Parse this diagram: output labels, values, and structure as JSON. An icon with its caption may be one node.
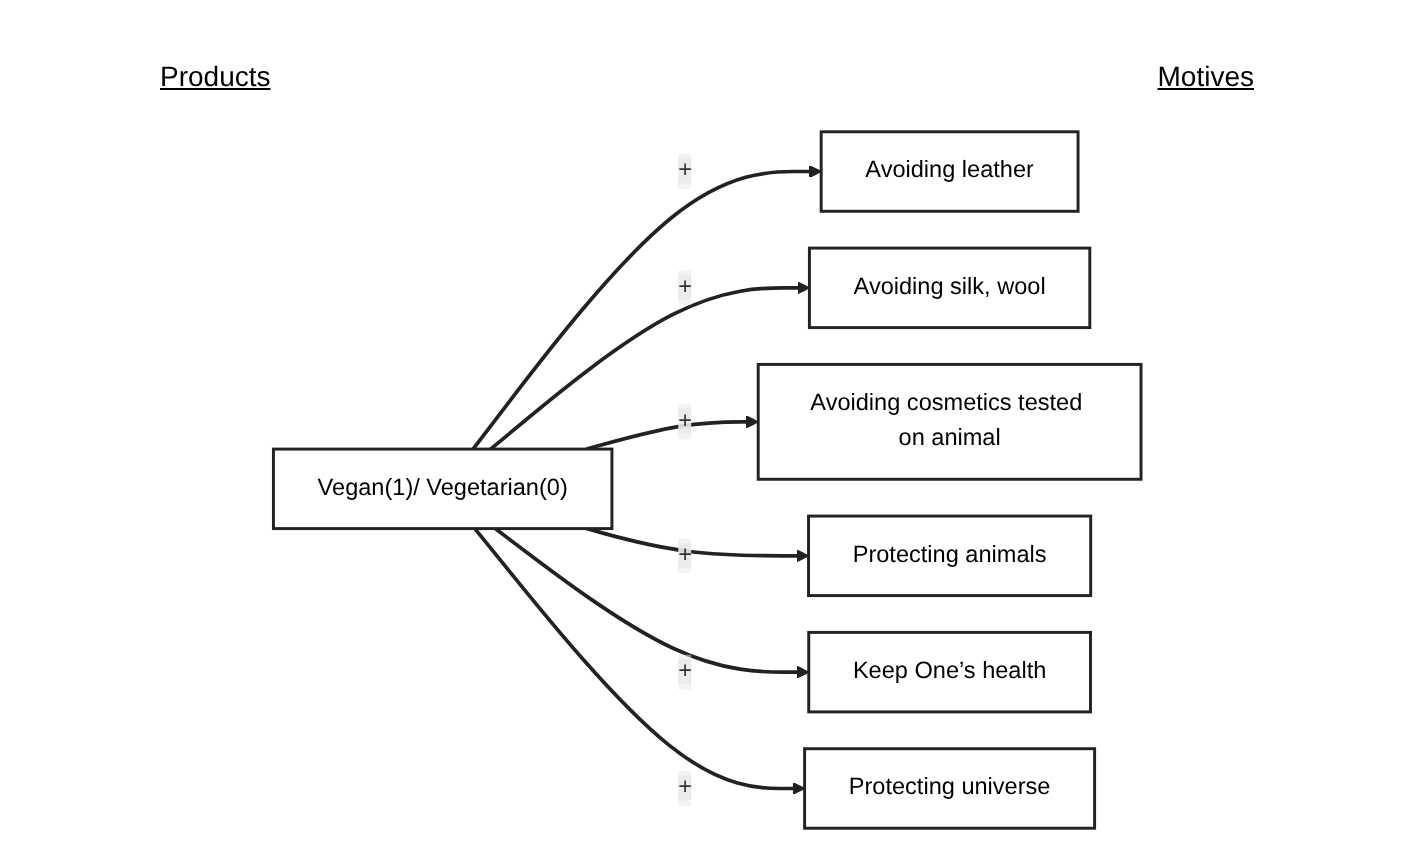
{
  "diagram": {
    "nodes": [
      {
        "text": [
          "Vegan(1)/ Vegetarian(0)"
        ]
      },
      {
        "text": [
          "Avoiding leather"
        ]
      },
      {
        "text": [
          "Avoiding silk, wool"
        ]
      },
      {
        "text": [
          "Avoiding cosmetics tested on animal"
        ]
      },
      {
        "text": [
          "Protecting animals"
        ]
      },
      {
        "text": [
          "Keep One’s health"
        ]
      },
      {
        "text": [
          "Protecting universe"
        ]
      }
    ],
    "edges": [
      {
        "from": 0,
        "to": 1,
        "arrow": "to",
        "label": "+"
      },
      {
        "from": 0,
        "to": 2,
        "arrow": "to",
        "label": "+"
      },
      {
        "from": 0,
        "to": 3,
        "arrow": "to",
        "label": "+"
      },
      {
        "from": 0,
        "to": 4,
        "arrow": "to",
        "label": "+"
      },
      {
        "from": 0,
        "to": 5,
        "arrow": "to",
        "label": "+"
      },
      {
        "from": 0,
        "to": 6,
        "arrow": "to",
        "label": "+"
      }
    ],
    "labels": [
      "Products",
      "Motives"
    ]
  }
}
